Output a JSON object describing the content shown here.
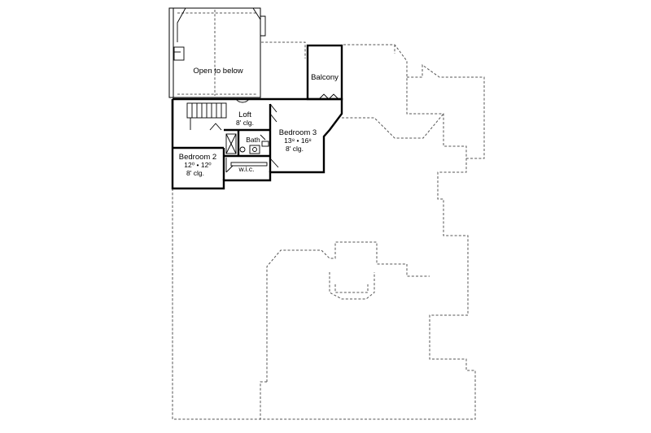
{
  "rooms": {
    "open_to_below": {
      "name": "Open to below"
    },
    "balcony": {
      "name": "Balcony"
    },
    "loft": {
      "name": "Loft",
      "ceiling": "8' clg."
    },
    "bedroom3": {
      "name": "Bedroom 3",
      "size": "13⁸ • 16⁸",
      "ceiling": "8' clg."
    },
    "bath": {
      "name": "Bath"
    },
    "bedroom2": {
      "name": "Bedroom 2",
      "size": "12⁰ • 12⁰",
      "ceiling": "8' clg."
    },
    "wic": {
      "name": "w.i.c."
    }
  }
}
